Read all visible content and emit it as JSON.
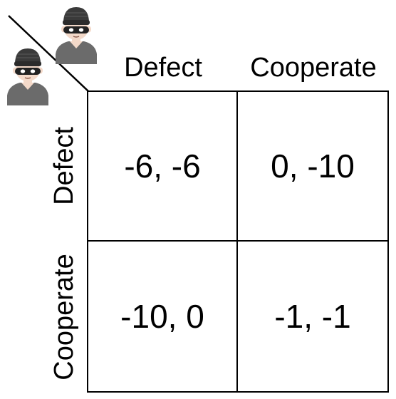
{
  "players": {
    "column_player_icon": "burglar-icon",
    "row_player_icon": "burglar-icon"
  },
  "columns": [
    "Defect",
    "Cooperate"
  ],
  "rows": [
    "Defect",
    "Cooperate"
  ],
  "payoffs": [
    [
      "-6, -6",
      "0, -10"
    ],
    [
      "-10, 0",
      "-1, -1"
    ]
  ],
  "colors": {
    "line": "#000000",
    "mask": "#222222",
    "skin": "#f3d9c9",
    "shirt": "#6b6b6b",
    "hat": "#3a3a3a"
  }
}
